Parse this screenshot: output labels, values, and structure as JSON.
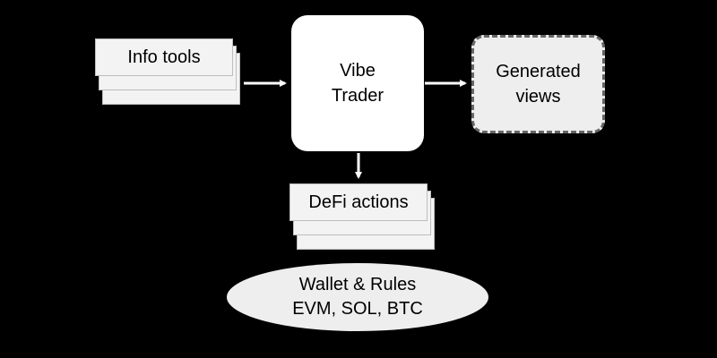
{
  "colors": {
    "background": "#000000",
    "card_fill": "#f3f3f3",
    "card_border": "#bdbdbd",
    "main_fill": "#ffffff",
    "output_fill": "#eeeeee",
    "output_border": "#666666",
    "arrow": "#ffffff",
    "text": "#000000"
  },
  "nodes": {
    "info_tools": {
      "label": "Info tools"
    },
    "vibe_trader": {
      "line1": "Vibe",
      "line2": "Trader"
    },
    "generated_views": {
      "line1": "Generated",
      "line2": "views"
    },
    "defi_actions": {
      "label": "DeFi actions"
    },
    "wallet": {
      "line1": "Wallet & Rules",
      "line2": "EVM, SOL, BTC"
    }
  },
  "edges": [
    {
      "from": "info_tools",
      "to": "vibe_trader"
    },
    {
      "from": "vibe_trader",
      "to": "generated_views"
    },
    {
      "from": "vibe_trader",
      "to": "defi_actions"
    }
  ]
}
